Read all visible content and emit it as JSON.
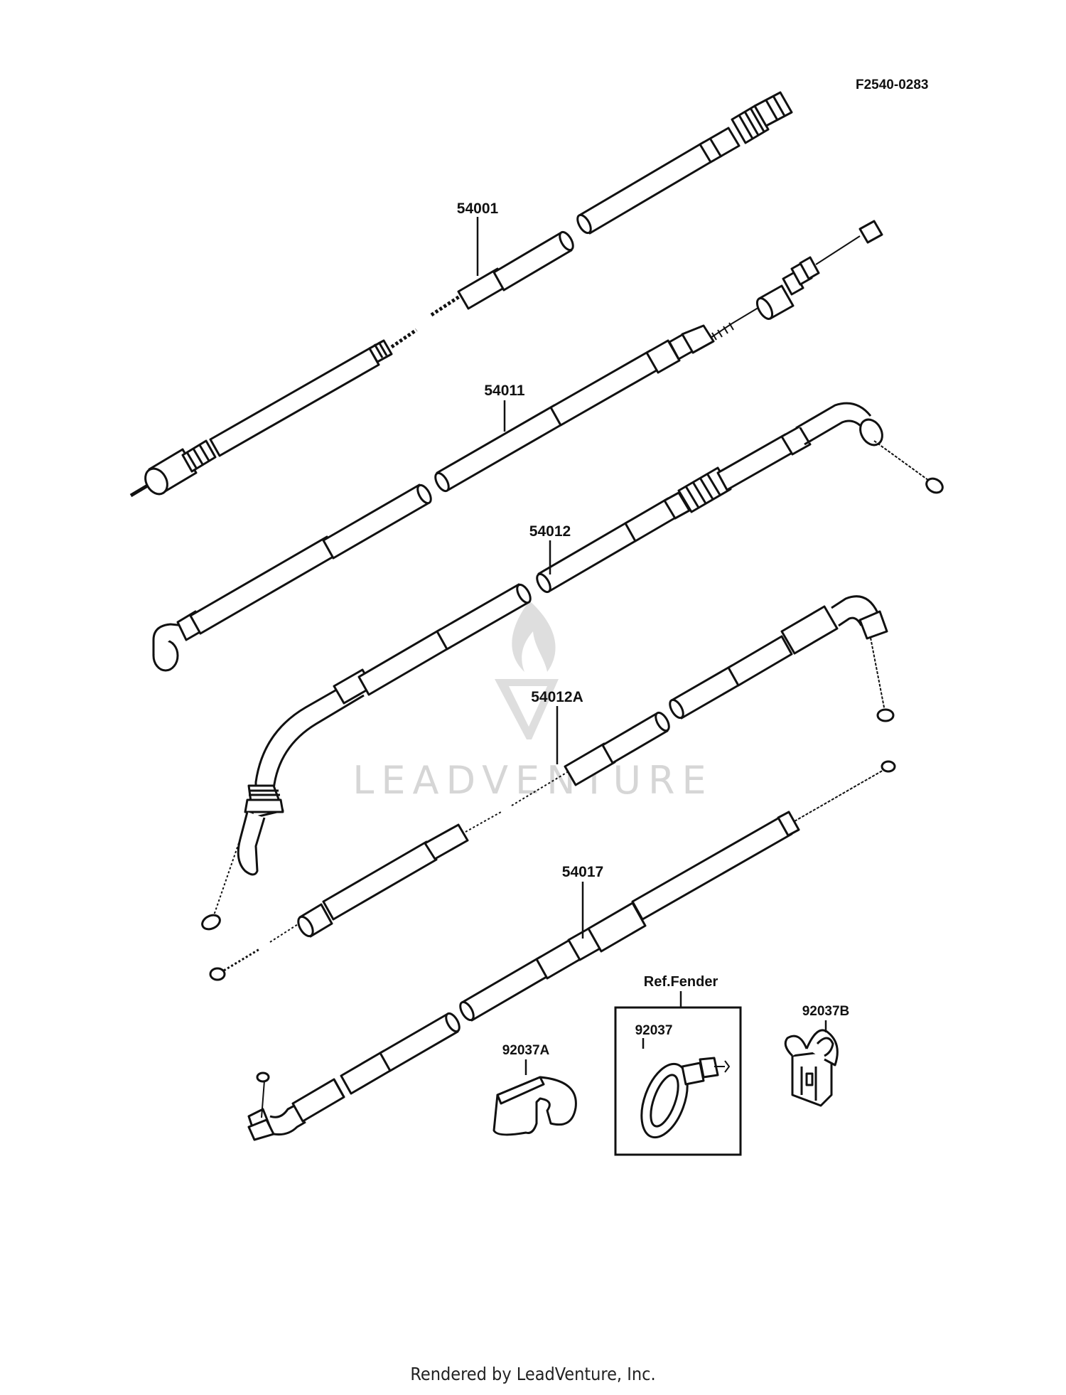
{
  "diagram_code": "F2540-0283",
  "parts": [
    {
      "id": "speedometer-cable",
      "label": "54001"
    },
    {
      "id": "clutch-cable",
      "label": "54011"
    },
    {
      "id": "throttle-cable-accelerator",
      "label": "54012"
    },
    {
      "id": "throttle-cable-decelerator",
      "label": "54012A"
    },
    {
      "id": "choke-cable",
      "label": "54017"
    },
    {
      "id": "cable-clamp-a",
      "label": "92037A"
    },
    {
      "id": "cable-clamp",
      "label": "92037"
    },
    {
      "id": "cable-clamp-b",
      "label": "92037B"
    }
  ],
  "reference_box_label": "Ref.Fender",
  "watermark": "LEADVENTURE",
  "footer": "Rendered by LeadVenture, Inc.",
  "colors": {
    "line": "#111111",
    "watermark": "#d6d6d6",
    "background": "#ffffff"
  }
}
